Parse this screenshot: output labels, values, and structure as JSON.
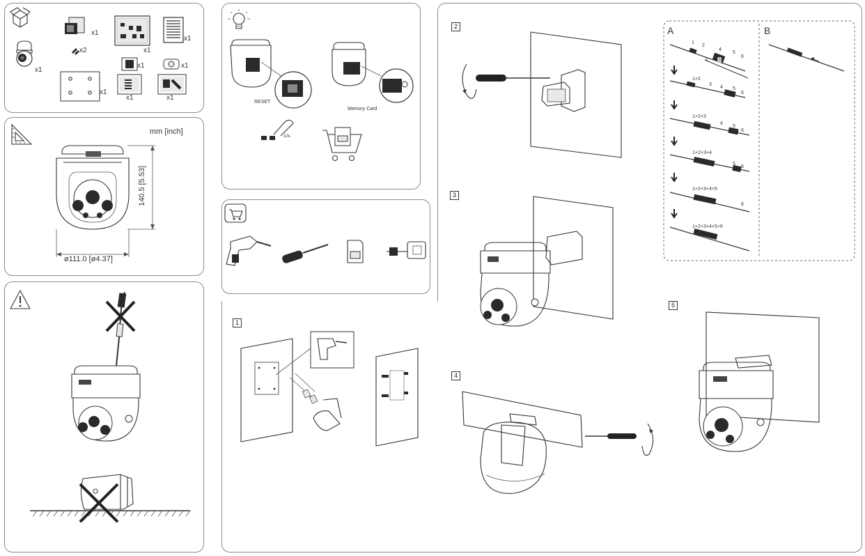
{
  "packing": {
    "qty_camera": "x1",
    "qty_bracket": "x1",
    "qty_screws": "x2",
    "qty_guide": "x1",
    "qty_manual": "x1",
    "qty_template": "x1",
    "qty_anchors": "x1",
    "qty_waterproof": "x1",
    "qty_plug": "x1",
    "qty_cable_kit": "x1"
  },
  "dimensions": {
    "unit": "mm [inch]",
    "height": "140.5 [5.53]",
    "diameter": "ø111.0 [ø4.37]"
  },
  "tips": {
    "reset_label": "RESET",
    "memory_card_label": "Memory Card",
    "press_time": "10s"
  },
  "steps": {
    "s1": "1",
    "s2": "2",
    "s3": "3",
    "s4": "4",
    "s5": "5"
  },
  "cable": {
    "section_a": "A",
    "section_b": "B",
    "row1": [
      "1",
      "2",
      "3",
      "4",
      "5",
      "6"
    ],
    "row2_parts": [
      "1+2",
      "3",
      "4",
      "5",
      "6"
    ],
    "row3_parts": [
      "1+2+3",
      "4",
      "5",
      "6"
    ],
    "row4_parts": [
      "1+2+3+4",
      "5",
      "6"
    ],
    "row5_parts": [
      "1+2+3+4+5",
      "6"
    ],
    "row6_parts": [
      "1+2+3+4+5+6"
    ]
  }
}
